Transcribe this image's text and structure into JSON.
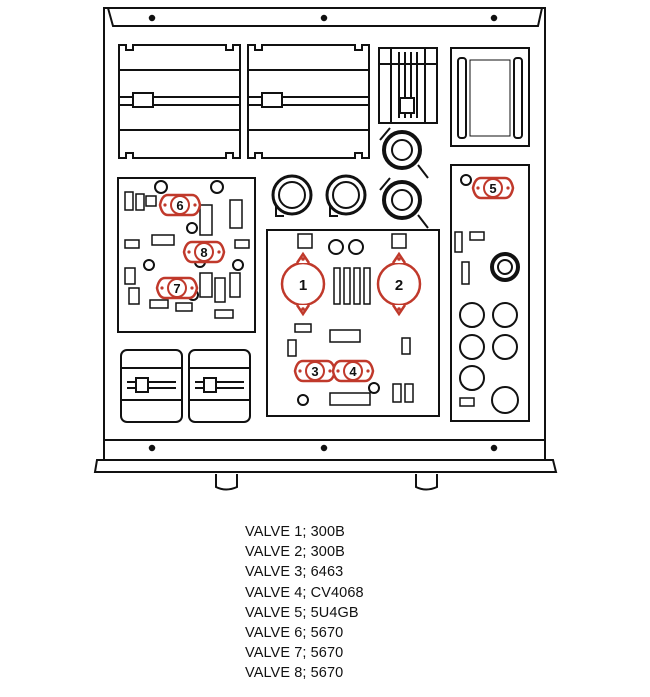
{
  "valves": [
    {
      "id": "1",
      "type": "300B"
    },
    {
      "id": "2",
      "type": "300B"
    },
    {
      "id": "3",
      "type": "6463"
    },
    {
      "id": "4",
      "type": "CV4068"
    },
    {
      "id": "5",
      "type": "5U4GB"
    },
    {
      "id": "6",
      "type": "5670"
    },
    {
      "id": "7",
      "type": "5670"
    },
    {
      "id": "8",
      "type": "5670"
    }
  ],
  "legend": [
    "VALVE 1; 300B",
    "VALVE 2; 300B",
    "VALVE 3; 6463",
    "VALVE 4; CV4068",
    "VALVE 5; 5U4GB",
    "VALVE 6; 5670",
    "VALVE 7; 5670",
    "VALVE 8; 5670"
  ],
  "colors": {
    "line": "#111111",
    "valve_highlight": "#c0392b",
    "background": "#ffffff"
  }
}
